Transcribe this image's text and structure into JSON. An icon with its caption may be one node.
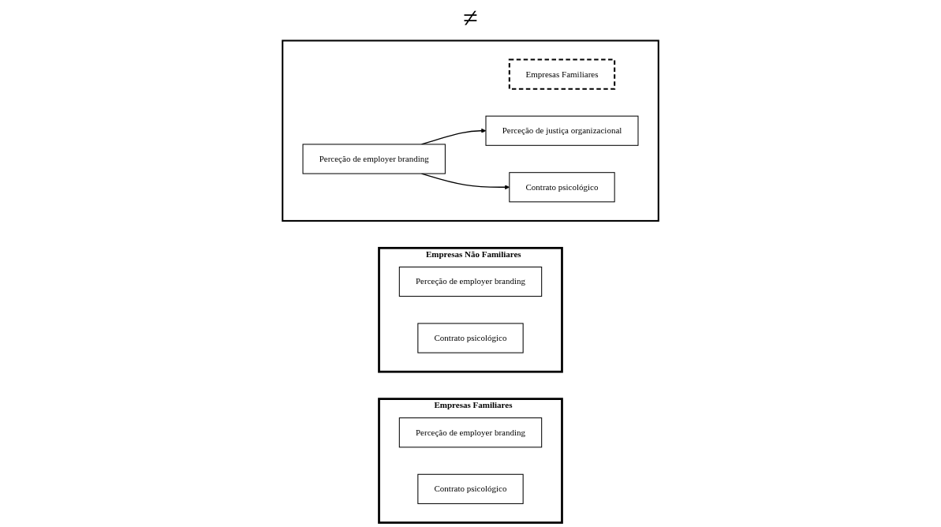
{
  "diagram": {
    "nodes": [
      {
        "text": [
          "Empresas Familiares"
        ]
      },
      {
        "text": [
          "Perceção de employer branding"
        ],
        "in": 0
      },
      {
        "text": [
          "Contrato psicológico"
        ],
        "in": 0
      },
      {
        "text": [
          "Empresas Não Familiares"
        ]
      },
      {
        "text": [
          "Perceção de employer branding"
        ],
        "in": 3
      },
      {
        "text": [
          "Contrato psicológico"
        ],
        "in": 3
      },
      {
        "text": [],
        "shape": "box"
      },
      {
        "text": [
          "Empresas Familiares"
        ],
        "in": 6
      },
      {
        "text": [
          "Perceção de employer branding"
        ],
        "in": 6
      },
      {
        "text": [
          "Perceção de justiça organizacional"
        ],
        "in": 6
      },
      {
        "text": [
          "Contrato psicológico"
        ],
        "in": 6
      }
    ],
    "edges": [
      {
        "from": 8,
        "to": 9,
        "arrow": "to"
      },
      {
        "from": 8,
        "to": 10,
        "arrow": "to"
      }
    ],
    "labels": [
      "≠"
    ]
  }
}
